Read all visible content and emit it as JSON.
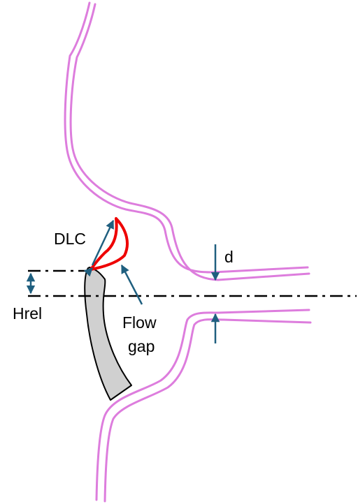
{
  "labels": {
    "dlc": "DLC",
    "d": "d",
    "hrel": "Hrel",
    "flow_line1": "Flow",
    "flow_line2": "gap"
  },
  "colors": {
    "wall": "#dd7ddd",
    "dlc_outline": "#ee0000",
    "leaflet_fill": "#d0d0d0",
    "leaflet_outline": "#000000",
    "arrow": "#1f5f7f",
    "centerline": "#000000",
    "background": "#ffffff"
  },
  "icons": {
    "arrow_style": "arrowhead",
    "centerline_style": "dash-dot"
  }
}
